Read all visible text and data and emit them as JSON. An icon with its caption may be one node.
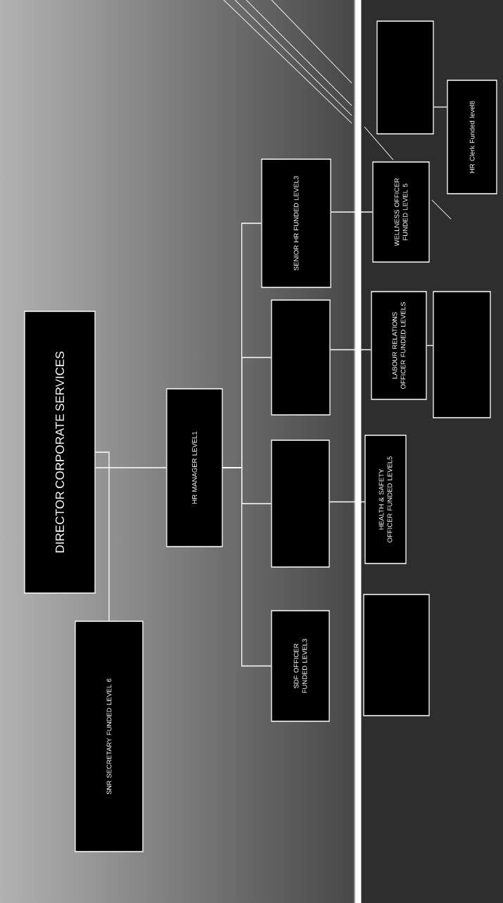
{
  "diagram": {
    "nodes": [
      {
        "text": [
          "DIRECTOR CORPORATE SERVICES"
        ]
      },
      {
        "text": [
          "SNR SECRETARY FUNDED LEVEL 6"
        ]
      },
      {
        "text": [
          "HR MANAGER LEVEL1"
        ]
      },
      {
        "text": [
          "SDF OFFICER FUNDED LEVEL3"
        ]
      },
      {
        "text": [],
        "shape": "box"
      },
      {
        "text": [],
        "shape": "box"
      },
      {
        "text": [
          "SENIOR HR FUNDED LEVEL3"
        ]
      },
      {
        "text": [
          "HEALTH & SAFETY OFFICER FUNDED LEVEL5"
        ]
      },
      {
        "text": [
          "LABOUR RELATIONS OFFICER FUNDED LEVELS"
        ]
      },
      {
        "text": [
          "WELLNESS OFFICER FUNDED LEVEL 5"
        ]
      },
      {
        "text": [],
        "shape": "box"
      },
      {
        "text": [
          "HR Clerk Funded level8"
        ]
      },
      {
        "text": [],
        "shape": "box"
      },
      {
        "text": [],
        "shape": "box"
      }
    ],
    "edges": [
      {
        "from": 0,
        "to": 1,
        "arrow": "none"
      },
      {
        "from": 0,
        "to": 2,
        "arrow": "none"
      },
      {
        "from": 2,
        "to": 3,
        "arrow": "none"
      },
      {
        "from": 2,
        "to": 4,
        "arrow": "none"
      },
      {
        "from": 2,
        "to": 5,
        "arrow": "none"
      },
      {
        "from": 2,
        "to": 6,
        "arrow": "none"
      },
      {
        "from": 6,
        "to": 9,
        "arrow": "none"
      },
      {
        "from": 4,
        "to": 7,
        "arrow": "none"
      },
      {
        "from": 5,
        "to": 8,
        "arrow": "none"
      },
      {
        "from": 8,
        "to": 13,
        "arrow": "none"
      },
      {
        "from": 10,
        "to": 11,
        "arrow": "none"
      }
    ]
  }
}
